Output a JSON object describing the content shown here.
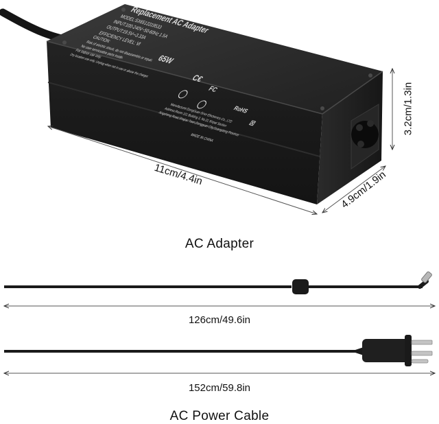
{
  "adapter": {
    "label_title": "Replacement AC Adapter",
    "model": "MODEL:SX6513319533",
    "input": "INPUT:100-240V~50-60Hz 1.5A",
    "output": "OUTPUT:19.5V⎓3.33A",
    "efficiency": "EFFICIENCY LEVEL: Ⅵ",
    "caution": "CAUTION:",
    "caution_text_1": "Risk of electric shock, do not disassemble or repair.",
    "caution_text_2": "No user serviceable parts inside.",
    "caution_text_3": "For indoor use only.",
    "caution_text_4": "Dry location use only. Unplug when not in use or abuse the charger.",
    "wattage": "65W",
    "manufacturer_1": "Manufacturer:DongGuan Sinor Electronics Co., LTD",
    "manufacturer_2": "Address:Room 101 Building 3, No.31 Sinpat Section",
    "manufacturer_3": "Xingsheng Road,Shajiao Town,Dongguan City,Guangdong Province",
    "made_in": "MADE IN CHINA",
    "rohs": "RoHS"
  },
  "dimensions": {
    "length": "11cm/4.4in",
    "width": "4.9cm/1.9in",
    "height": "3.2cm/1.3in",
    "dc_cable": "126cm/49.6in",
    "ac_cable": "152cm/59.8in"
  },
  "captions": {
    "adapter": "AC Adapter",
    "cable": "AC Power Cable"
  },
  "colors": {
    "body": "#1c1c1c",
    "body_top": "#2a2a2a",
    "cable": "#1a1a1a",
    "line": "#333333"
  }
}
